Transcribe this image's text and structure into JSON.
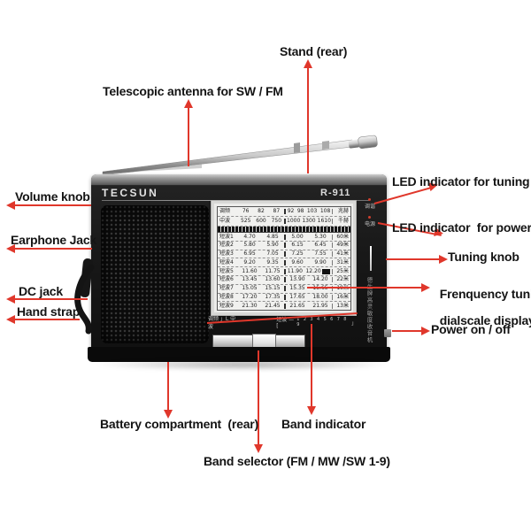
{
  "colors": {
    "arrow": "#e0372b",
    "radio_body": "#1a1a1a",
    "dial_bg": "#ececea",
    "label_text": "#141414"
  },
  "annotations": {
    "stand": "Stand (rear)",
    "antenna": "Telescopic antenna for SW / FM",
    "volume": "Volume knob",
    "earphone": "Earphone Jack",
    "dc_jack": "DC jack",
    "hand_strap": "Hand strap",
    "led_tuning": "LED indicator for tuning",
    "led_power": "LED indicator  for power",
    "tuning_knob": "Tuning knob",
    "freq_line1": "Frenquency tuning",
    "freq_line2": "dialscale display",
    "power": "Power on / off",
    "battery": "Battery compartment  (rear)",
    "band_indicator": "Band indicator",
    "band_selector": "Band selector (FM / MW /SW 1-9)"
  },
  "radio": {
    "brand": "TECSUN",
    "model": "R-911",
    "led_label_tuning": "调谐",
    "led_label_power": "电源",
    "side_vertical_text": "德生牌高灵敏度收音机",
    "band_strip": {
      "fm": "调频 」L 中波",
      "sw": "短波 —[",
      "numbers": "1 2 3 4 5 6 7 8 9",
      "bracket": "」"
    },
    "dial": {
      "fm": {
        "label": "调频",
        "left": [
          "76",
          "82",
          "87"
        ],
        "right": [
          "92",
          "98",
          "103",
          "108"
        ],
        "unit": "兆赫"
      },
      "mw": {
        "label": "中波",
        "left": [
          "525",
          "600",
          "750"
        ],
        "right": [
          "1000",
          "1300",
          "1610"
        ],
        "unit": "千赫"
      },
      "sw": [
        {
          "label": "短波1",
          "left": [
            "4.70",
            "4.85"
          ],
          "right": [
            "5.00",
            "5.30"
          ],
          "meter": "60米"
        },
        {
          "label": "短波2",
          "left": [
            "5.80",
            "5.90"
          ],
          "right": [
            "6.15",
            "6.45"
          ],
          "meter": "49米"
        },
        {
          "label": "短波3",
          "left": [
            "6.95",
            "7.05"
          ],
          "right": [
            "7.25",
            "7.55"
          ],
          "meter": "41米"
        },
        {
          "label": "短波4",
          "left": [
            "9.20",
            "9.35"
          ],
          "right": [
            "9.60",
            "9.90"
          ],
          "meter": "31米"
        },
        {
          "label": "短波5",
          "left": [
            "11.60",
            "11.75"
          ],
          "right": [
            "11.90",
            "12.20"
          ],
          "meter": "25米"
        },
        {
          "label": "短波6",
          "left": [
            "13.45",
            "13.60"
          ],
          "right": [
            "13.90",
            "14.20"
          ],
          "meter": "22米"
        },
        {
          "label": "短波7",
          "left": [
            "15.05",
            "15.15"
          ],
          "right": [
            "15.35",
            "15.65"
          ],
          "meter": "19米"
        },
        {
          "label": "短波8",
          "left": [
            "17.20",
            "17.35"
          ],
          "right": [
            "17.65",
            "18.00"
          ],
          "meter": "16米"
        },
        {
          "label": "短波9",
          "left": [
            "21.30",
            "21.45"
          ],
          "right": [
            "21.65",
            "21.95"
          ],
          "meter": "13米"
        }
      ]
    }
  }
}
